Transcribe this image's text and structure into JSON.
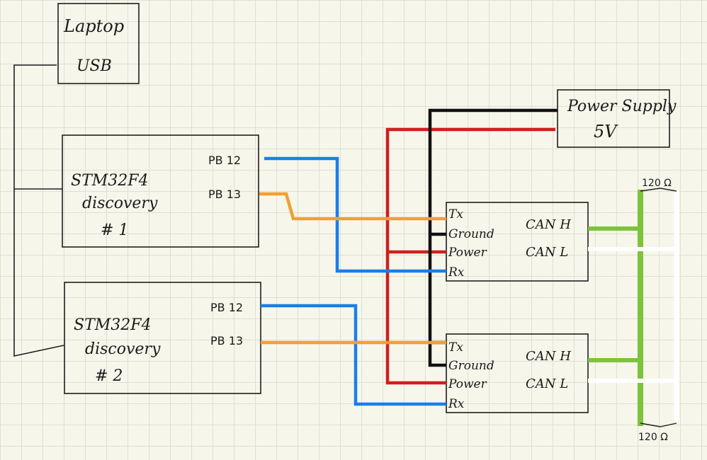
{
  "laptop": {
    "line1": "Laptop",
    "line2": "USB"
  },
  "power_supply": {
    "line1": "Power Supply",
    "line2": "5V"
  },
  "boards": [
    {
      "line1": "STM32F4",
      "line2": "discovery",
      "line3": "# 1",
      "pin_a": "PB 12",
      "pin_b": "PB 13"
    },
    {
      "line1": "STM32F4",
      "line2": "discovery",
      "line3": "# 2",
      "pin_a": "PB 12",
      "pin_b": "PB 13"
    }
  ],
  "transceivers": [
    {
      "tx": "Tx",
      "ground": "Ground",
      "power": "Power",
      "rx": "Rx",
      "can_h": "CAN  H",
      "can_l": "CAN  L"
    },
    {
      "tx": "Tx",
      "ground": "Ground",
      "power": "Power",
      "rx": "Rx",
      "can_h": "CAN  H",
      "can_l": "CAN  L"
    }
  ],
  "terminations": {
    "top": "120 Ω",
    "bottom": "120 Ω"
  },
  "colors": {
    "blue": "#1a7fe8",
    "orange": "#f0a030",
    "red": "#cf1f1f",
    "black": "#111111",
    "green": "#7dc33b",
    "white": "#ffffff"
  }
}
